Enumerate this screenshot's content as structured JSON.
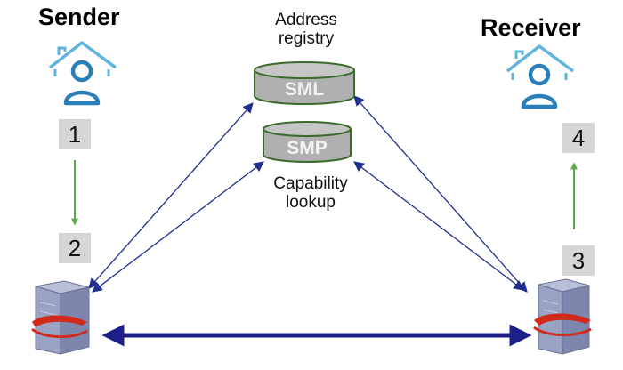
{
  "sender": {
    "title": "Sender"
  },
  "receiver": {
    "title": "Receiver"
  },
  "registry": {
    "address_caption_line1": "Address",
    "address_caption_line2": "registry",
    "sml_label": "SML",
    "smp_label": "SMP",
    "capability_caption_line1": "Capability",
    "capability_caption_line2": "lookup"
  },
  "steps": [
    "1",
    "2",
    "3",
    "4"
  ],
  "colors": {
    "house": "#5fb3dc",
    "person": "#2a7fb8",
    "step_box": "#d6d6d6",
    "green_arrow": "#5aaa46",
    "thin_arrow": "#1f2f8f",
    "main_arrow": "#1c1f86",
    "db_fill": "#b0b0b0",
    "db_border": "#3b6b2a",
    "db_text": "#f2f2f2"
  },
  "icons": [
    "house-person-icon",
    "server-icon",
    "database-icon"
  ]
}
